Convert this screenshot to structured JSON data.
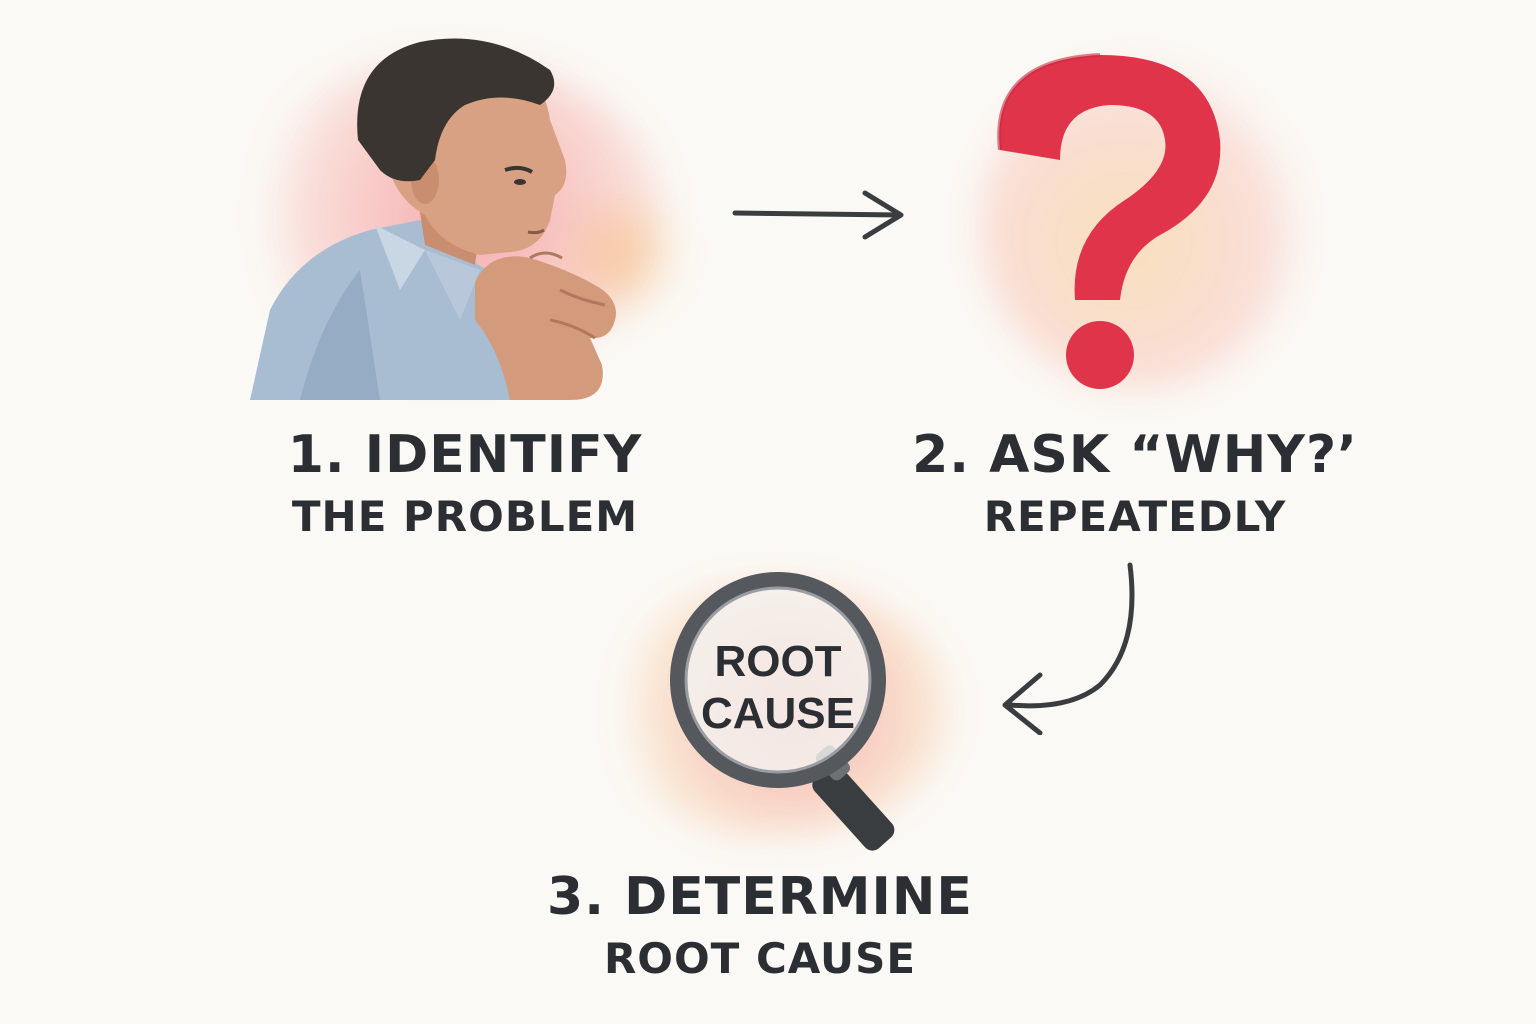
{
  "steps": [
    {
      "title": "1. IDENTIFY",
      "subtitle": "THE PROBLEM",
      "icon": "thinking-person-icon"
    },
    {
      "title": "2. ASK “WHY?’",
      "subtitle": "REPEATEDLY",
      "icon": "question-mark-icon"
    },
    {
      "title": "3. DETERMINE",
      "subtitle": "ROOT CAUSE",
      "icon": "magnifying-glass-icon"
    }
  ],
  "lens": {
    "line1": "ROOT",
    "line2": "CAUSE"
  },
  "colors": {
    "background": "#fbf9f5",
    "text": "#2b2f33",
    "accent_red": "#e8404f",
    "accent_orange": "#f3b25c",
    "shirt_blue": "#9fb4cc",
    "arrow": "#3a3d40"
  }
}
